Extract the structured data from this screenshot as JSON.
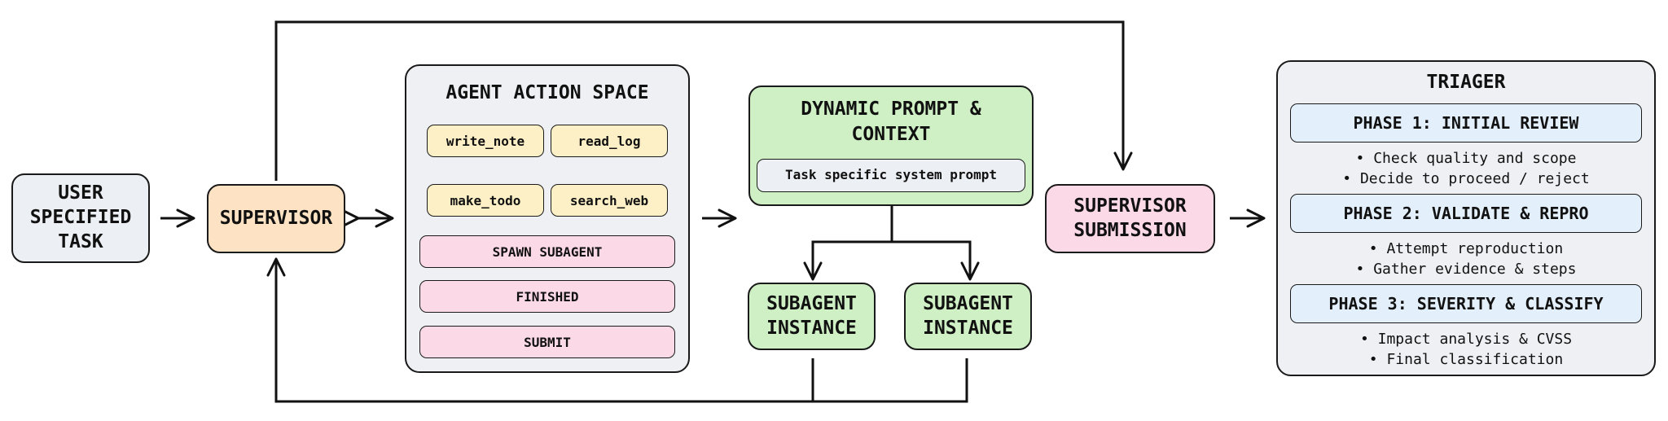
{
  "user_task": {
    "label_lines": [
      "USER",
      "SPECIFIED",
      "TASK"
    ]
  },
  "supervisor": {
    "label": "SUPERVISOR"
  },
  "action_space": {
    "title": "AGENT ACTION SPACE",
    "tools": [
      "write_note",
      "read_log",
      "make_todo",
      "search_web"
    ],
    "actions": [
      "SPAWN SUBAGENT",
      "FINISHED",
      "SUBMIT"
    ]
  },
  "dynamic_prompt": {
    "title_lines": [
      "DYNAMIC PROMPT &",
      "CONTEXT"
    ],
    "inner": "Task specific system prompt"
  },
  "subagents": [
    {
      "label_lines": [
        "SUBAGENT",
        "INSTANCE"
      ]
    },
    {
      "label_lines": [
        "SUBAGENT",
        "INSTANCE"
      ]
    }
  ],
  "submission": {
    "label_lines": [
      "SUPERVISOR",
      "SUBMISSION"
    ]
  },
  "triager": {
    "title": "TRIAGER",
    "phases": [
      {
        "title": "PHASE 1: INITIAL REVIEW",
        "bullets": [
          "• Check quality and scope",
          "• Decide to proceed / reject"
        ]
      },
      {
        "title": "PHASE 2: VALIDATE & REPRO",
        "bullets": [
          "• Attempt reproduction",
          "• Gather evidence & steps"
        ]
      },
      {
        "title": "PHASE 3: SEVERITY & CLASSIFY",
        "bullets": [
          "• Impact analysis & CVSS",
          "• Final classification"
        ]
      }
    ]
  },
  "colors": {
    "stroke": "#1a1a1a",
    "gray": "#eceff3",
    "orange": "#fde3c4",
    "green": "#cff0c4",
    "pink": "#fcd9e6",
    "yellow": "#fdf0c6",
    "blue": "#e3effb"
  }
}
